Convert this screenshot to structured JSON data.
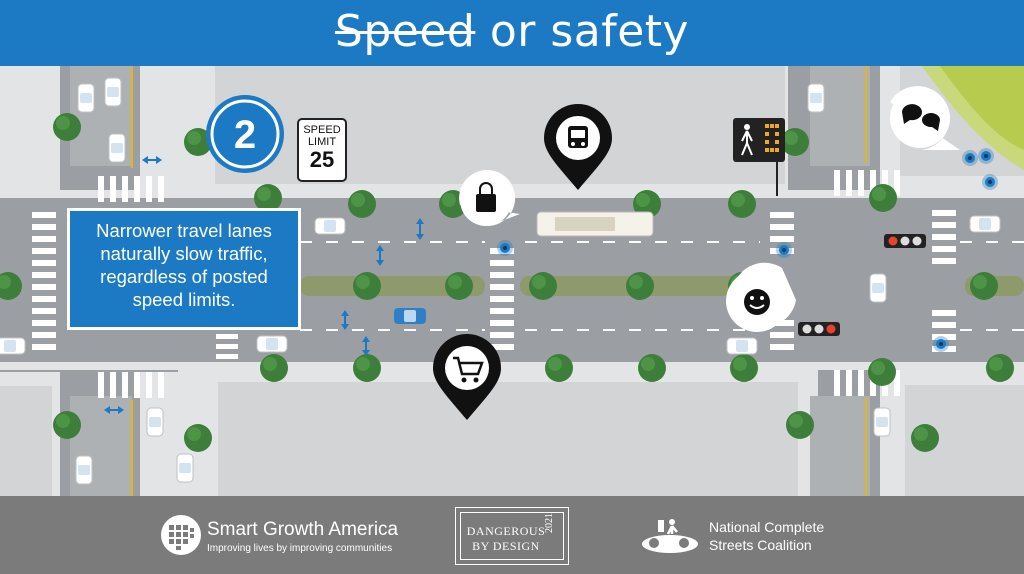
{
  "header": {
    "title_struck": "Speed",
    "title_rest": " or safety",
    "background": "#1c7ac4"
  },
  "badge": {
    "number": "2"
  },
  "speed_sign": {
    "line1": "SPEED",
    "line2": "LIMIT",
    "value": "25"
  },
  "info_box": {
    "lines": [
      "Narrower travel lanes",
      "naturally slow traffic,",
      "regardless of posted",
      "speed limits."
    ]
  },
  "map_icons": [
    "shopping-bag-icon",
    "bus-icon",
    "shopping-cart-icon",
    "pedestrian-signal-icon",
    "chat-bubbles-icon",
    "smiley-icon",
    "traffic-light-icon"
  ],
  "footer": {
    "sga_name": "Smart Growth America",
    "sga_tagline": "Improving lives by improving communities",
    "dbd_line1": "DANGEROUS",
    "dbd_line2": "BY DESIGN",
    "dbd_year": "2021",
    "nc_line1": "National Complete",
    "nc_line2": "Streets Coalition"
  },
  "colors": {
    "brand_blue": "#1c7ac4",
    "asphalt": "#9b9ea2",
    "sidewalk": "#e3e4e5",
    "block": "#d2d4d6",
    "tree": "#3d7f3a",
    "median": "#8f9a6c",
    "footer_gray": "#7b7b7b"
  }
}
